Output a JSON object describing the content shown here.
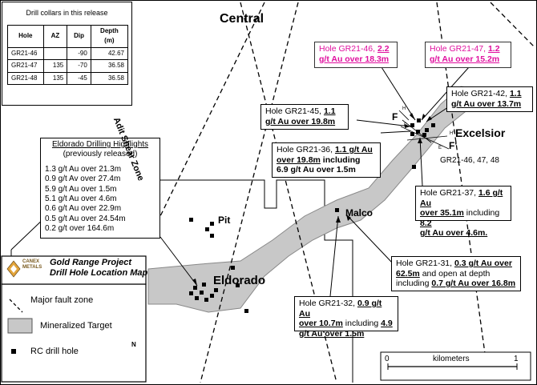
{
  "collars": {
    "title": "Drill collars in this release",
    "headers": [
      "Hole",
      "AZ",
      "Dip",
      "Depth (m)"
    ],
    "rows": [
      [
        "GR21-46",
        "",
        "-90",
        "42.67"
      ],
      [
        "GR21-47",
        "135",
        "-70",
        "36.58"
      ],
      [
        "GR21-48",
        "135",
        "-45",
        "36.58"
      ]
    ]
  },
  "highlights": {
    "title": "Eldorado Drilling Highlights",
    "subtitle": "(previously released)",
    "items": [
      "1.3 g/t Au over 21.3m",
      "0.9 g/t Av over 27.4m",
      "5.9 g/t Au over 1.5m",
      "5.1 g/t Au over 4.6m",
      "0.6 g/t Au over 22.9m",
      "0.5 g/t Au over 24.54m",
      "0.2 g/t over 164.6m"
    ]
  },
  "project": {
    "title_line1": "Gold Range Project",
    "title_line2": "Drill Hole Location Map",
    "logo_line1": "CANEX",
    "logo_line2": "METALS"
  },
  "legend": {
    "fault": "Major fault zone",
    "target": "Mineralized Target",
    "drill": "RC drill hole"
  },
  "places": {
    "central": "Central",
    "adit": "Adit Shear Zone",
    "pit": "Pit",
    "eldorado": "Eldorado",
    "malco": "Malco",
    "excelsior": "Excelsior"
  },
  "section": {
    "f": "F",
    "f_prime": "F'",
    "holes": "GR21-46, 47, 48",
    "h": "H",
    "h_prime": "H'",
    "e": "E",
    "e_prime": "E'"
  },
  "callouts": {
    "gr46": {
      "pre": "Hole GR21-46, ",
      "val1": "2.2",
      "mid": "g/t Au over 18.3m"
    },
    "gr47": {
      "pre": "Hole GR21-47, ",
      "val1": "1.2",
      "mid": "g/t Au over 15.2m"
    },
    "gr42": {
      "pre": "Hole GR21-42, ",
      "val1": "1.1",
      "mid": "g/t Au over 13.7m"
    },
    "gr45": {
      "pre": "Hole GR21-45, ",
      "val1": "1.1",
      "mid": "g/t Au over 19.8m"
    },
    "gr36": {
      "pre": "Hole GR21-36, ",
      "val1": "1.1 g/t Au",
      "line2a": "over 19.8m",
      "line2b": " including",
      "line3": "6.9 g/t Au over 1.5m"
    },
    "gr37": {
      "pre": "Hole GR21-37, ",
      "val1": "1.6 g/t Au",
      "line2a": "over 35.1m",
      "line2b": " including ",
      "line2c": "8.2",
      "line3": "g/t Au over 4.6m."
    },
    "gr31": {
      "pre": "Hole GR21-31, ",
      "val1": "0.3 g/t Au over",
      "line2a": "62.5m",
      "line2b": " and open at depth",
      "line3a": "including ",
      "line3b": "0.7 g/t Au over 16.8m"
    },
    "gr32": {
      "pre": "Hole GR21-32, ",
      "val1": "0.9 g/t Au",
      "line2a": "over 10.7m",
      "line2b": " including ",
      "line2c": "4.9",
      "line3": "g/t Au over 1.5m"
    }
  },
  "scale": {
    "zero": "0",
    "one": "1",
    "unit": "kilometers"
  },
  "north": "N"
}
